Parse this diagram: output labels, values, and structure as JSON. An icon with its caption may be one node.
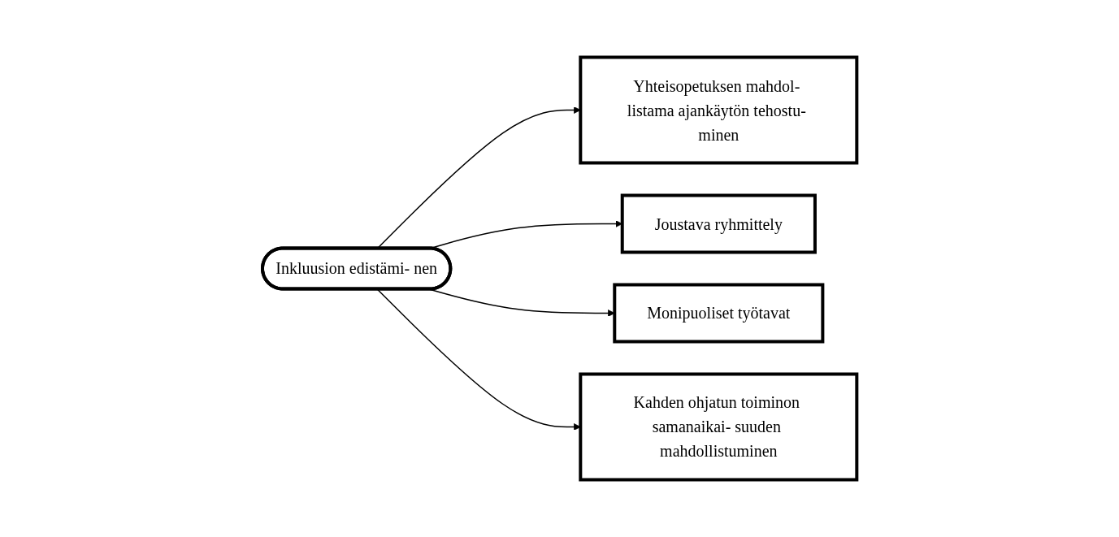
{
  "diagram": {
    "nodes": [
      {
        "text": [
          "Yhteisopetuksen mahdol- listama ajankäytön tehostu- minen"
        ]
      },
      {
        "text": [
          "Joustava ryhmittely"
        ]
      },
      {
        "text": [
          "Monipuoliset työtavat"
        ]
      },
      {
        "text": [
          "Inkluusion edistämi- nen"
        ]
      },
      {
        "text": [
          "Kahden ohjatun toiminon samanaikai- suuden mahdollistuminen"
        ]
      }
    ],
    "edges": [
      {
        "from": 3,
        "to": 0,
        "arrow": "to"
      },
      {
        "from": 3,
        "to": 1,
        "arrow": "to"
      },
      {
        "from": 3,
        "to": 2,
        "arrow": "to"
      },
      {
        "from": 3,
        "to": 4,
        "arrow": "to"
      }
    ]
  }
}
